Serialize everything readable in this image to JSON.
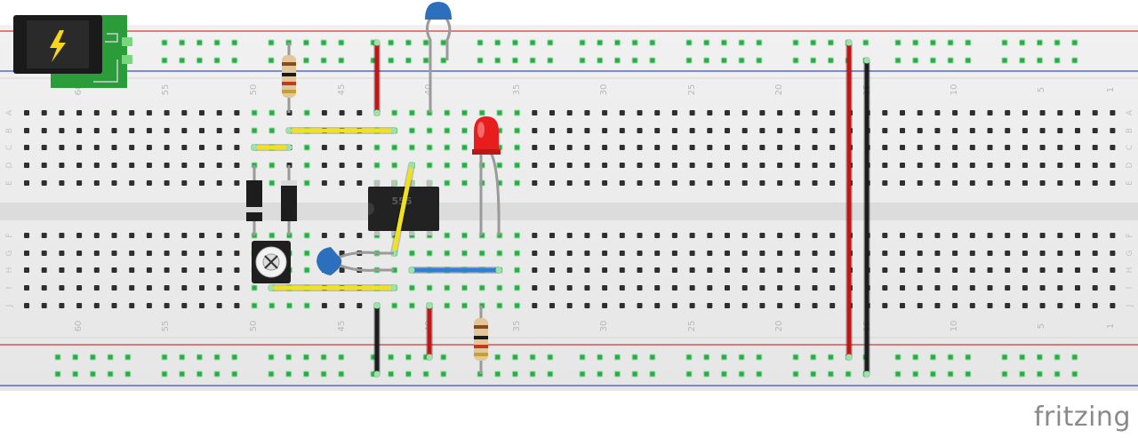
{
  "branding": {
    "text": "fritzing"
  },
  "breadboard": {
    "top_numbers": [
      "60",
      "55",
      "50",
      "45",
      "40",
      "35",
      "30",
      "25",
      "20",
      "15",
      "10",
      "5",
      "1"
    ],
    "bottom_numbers": [
      "60",
      "55",
      "50",
      "45",
      "40",
      "35",
      "30",
      "25",
      "20",
      "15",
      "10",
      "5",
      "1"
    ],
    "top_rows": [
      "A",
      "B",
      "C",
      "D",
      "E"
    ],
    "bottom_rows": [
      "F",
      "G",
      "H",
      "I",
      "J"
    ]
  },
  "chip": {
    "label": "555"
  },
  "colors": {
    "board": "#ececec",
    "rail_red": "#d23b3b",
    "rail_blue": "#3b4bd2",
    "hole": "#2f2f2f",
    "hole_active": "#2ea84a",
    "wire_red": "#c41515",
    "wire_black": "#1d1d1d",
    "wire_yellow": "#f2e21a",
    "wire_blue": "#2f7fd6",
    "led_red": "#e81e1e",
    "cap_blue": "#2b6fbd",
    "jack_green": "#2a9d3a"
  },
  "icons": {
    "power": "lightning-icon"
  }
}
